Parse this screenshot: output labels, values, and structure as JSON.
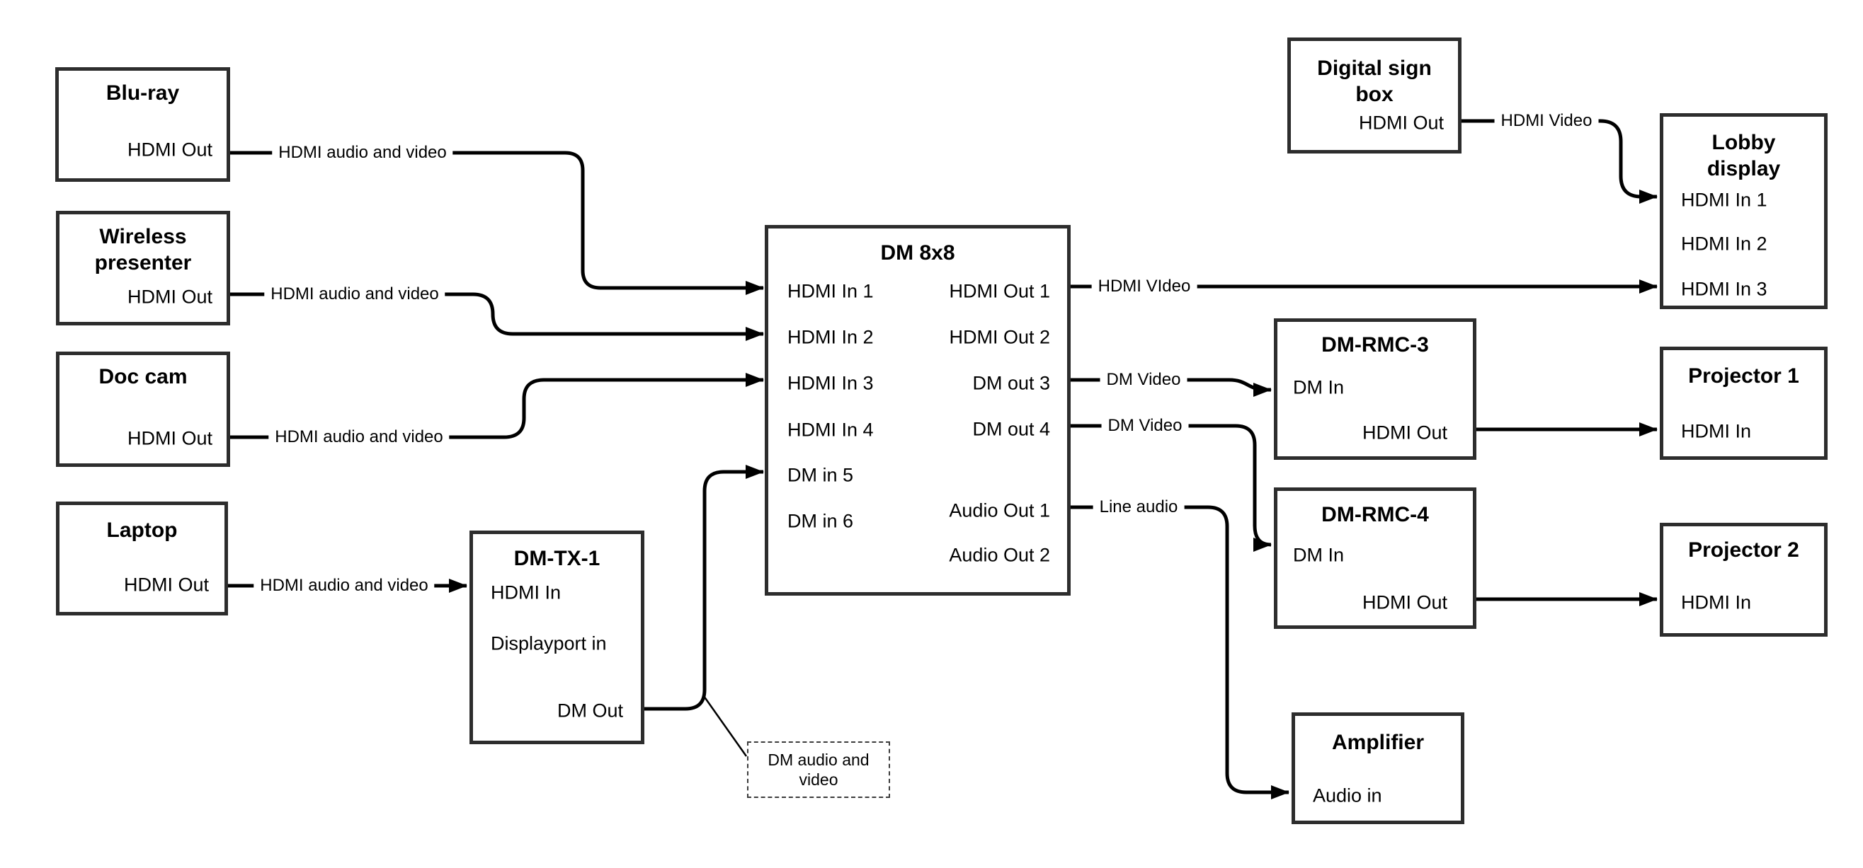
{
  "colors": {
    "background": "#ffffff",
    "wire": "#000000",
    "box_border": "#2d2d2d",
    "text": "#000000"
  },
  "nodes": {
    "bluray": {
      "title_lines": [
        "Blu-ray"
      ],
      "ports": {
        "hdmi_out": "HDMI Out"
      }
    },
    "wireless": {
      "title_lines": [
        "Wireless",
        "presenter"
      ],
      "ports": {
        "hdmi_out": "HDMI Out"
      }
    },
    "doccam": {
      "title_lines": [
        "Doc cam"
      ],
      "ports": {
        "hdmi_out": "HDMI Out"
      }
    },
    "laptop": {
      "title_lines": [
        "Laptop"
      ],
      "ports": {
        "hdmi_out": "HDMI Out"
      }
    },
    "dmtx1": {
      "title_lines": [
        "DM-TX-1"
      ],
      "ports": {
        "hdmi_in": "HDMI In",
        "displayport_in": "Displayport in",
        "dm_out": "DM Out"
      }
    },
    "dm8x8": {
      "title_lines": [
        "DM 8x8"
      ],
      "ports": {
        "in1": "HDMI In 1",
        "in2": "HDMI In 2",
        "in3": "HDMI In 3",
        "in4": "HDMI In 4",
        "in5": "DM in 5",
        "in6": "DM in 6",
        "out1": "HDMI Out 1",
        "out2": "HDMI Out 2",
        "out3": "DM out 3",
        "out4": "DM out 4",
        "aout1": "Audio Out 1",
        "aout2": "Audio Out 2"
      }
    },
    "digisign": {
      "title_lines": [
        "Digital sign",
        "box"
      ],
      "ports": {
        "hdmi_out": "HDMI Out"
      }
    },
    "lobby": {
      "title_lines": [
        "Lobby",
        "display"
      ],
      "ports": {
        "in1": "HDMI In 1",
        "in2": "HDMI In 2",
        "in3": "HDMI In 3"
      }
    },
    "rmc3": {
      "title_lines": [
        "DM-RMC-3"
      ],
      "ports": {
        "dm_in": "DM In",
        "hdmi_out": "HDMI Out"
      }
    },
    "proj1": {
      "title_lines": [
        "Projector 1"
      ],
      "ports": {
        "hdmi_in": "HDMI In"
      }
    },
    "rmc4": {
      "title_lines": [
        "DM-RMC-4"
      ],
      "ports": {
        "dm_in": "DM In",
        "hdmi_out": "HDMI Out"
      }
    },
    "proj2": {
      "title_lines": [
        "Projector 2"
      ],
      "ports": {
        "hdmi_in": "HDMI In"
      }
    },
    "amplifier": {
      "title_lines": [
        "Amplifier"
      ],
      "ports": {
        "audio_in": "Audio in"
      }
    }
  },
  "edge_labels": {
    "bluray_to_dm8x8": "HDMI audio and video",
    "wireless_to_dm8x8": "HDMI audio and video",
    "doccam_to_dm8x8": "HDMI audio and video",
    "laptop_to_dmtx1": "HDMI audio and video",
    "out1_to_lobby": "HDMI VIdeo",
    "digisign_to_lobby": "HDMI Video",
    "out3_to_rmc3": "DM Video",
    "out4_to_rmc4": "DM Video",
    "audio1_to_amp": "Line audio"
  },
  "note": {
    "lines": [
      "DM audio and",
      "video"
    ]
  }
}
